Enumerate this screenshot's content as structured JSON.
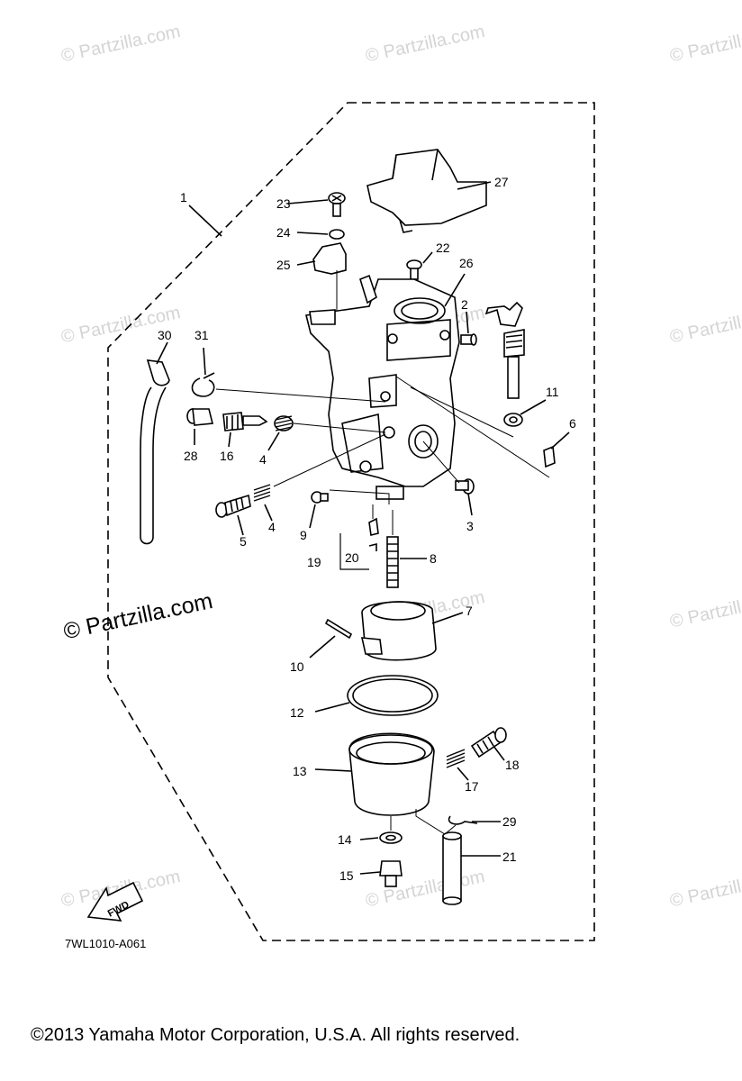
{
  "watermark": "© Partzilla.com",
  "watermark_main": "© Partzilla.com",
  "callouts": [
    "1",
    "2",
    "3",
    "4",
    "4",
    "5",
    "6",
    "7",
    "8",
    "9",
    "10",
    "11",
    "12",
    "13",
    "14",
    "15",
    "16",
    "17",
    "18",
    "19",
    "20",
    "21",
    "22",
    "23",
    "24",
    "25",
    "26",
    "27",
    "28",
    "29",
    "30",
    "31"
  ],
  "fwd_label": "FWD",
  "diagram_code": "7WL1010-A061",
  "copyright": "©2013  Yamaha Motor Corporation, U.S.A. All rights reserved."
}
